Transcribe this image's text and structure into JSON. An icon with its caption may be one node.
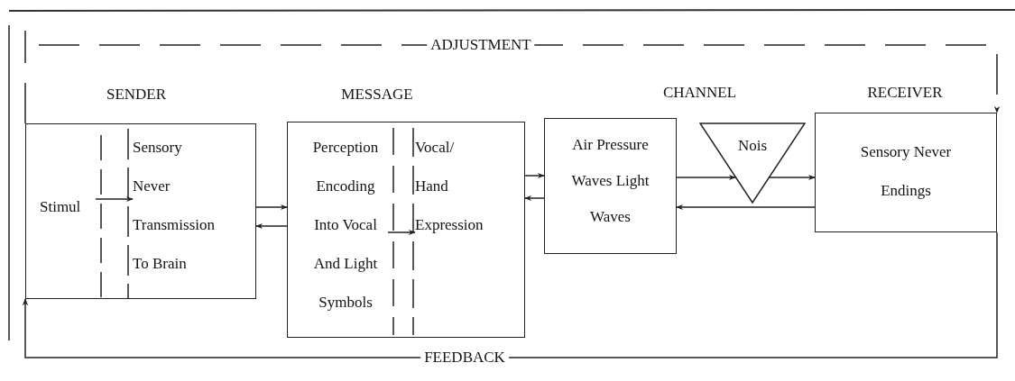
{
  "diagram": {
    "nodes": [
      {
        "text": [
          "SENDER"
        ]
      },
      {
        "text": [
          "Stimul"
        ],
        "in": 0
      },
      {
        "text": [
          "Sensory Never Transmission To Brain"
        ],
        "in": 0
      },
      {
        "text": [
          "MESSAGE"
        ]
      },
      {
        "text": [
          "Perception Encoding Into Vocal And Light Symbols"
        ],
        "in": 3
      },
      {
        "text": [
          "Vocal/ Hand Expression"
        ],
        "in": 3
      },
      {
        "text": [
          "CHANNEL",
          "Air Pressure Waves Light Waves"
        ]
      },
      {
        "text": [
          "Nois"
        ]
      },
      {
        "text": [
          "RECEIVER",
          "Sensory Never Endings"
        ]
      }
    ],
    "edges": [
      {
        "from": 1,
        "to": 2,
        "arrow": "to"
      },
      {
        "from": 0,
        "to": 3,
        "arrow": "to"
      },
      {
        "from": 3,
        "to": 0,
        "arrow": "to"
      },
      {
        "from": 4,
        "to": 5,
        "arrow": "to"
      },
      {
        "from": 3,
        "to": 6,
        "arrow": "to"
      },
      {
        "from": 6,
        "to": 3,
        "arrow": "to"
      },
      {
        "from": 6,
        "to": 7,
        "arrow": "to"
      },
      {
        "from": 7,
        "to": 8,
        "arrow": "to"
      },
      {
        "from": 8,
        "to": 6,
        "arrow": "to"
      },
      {
        "from": 0,
        "to": 8,
        "arrow": "to",
        "label": "ADJUSTMENT",
        "style": "dashed"
      },
      {
        "from": 8,
        "to": 0,
        "arrow": "to",
        "label": "FEEDBACK"
      }
    ]
  }
}
